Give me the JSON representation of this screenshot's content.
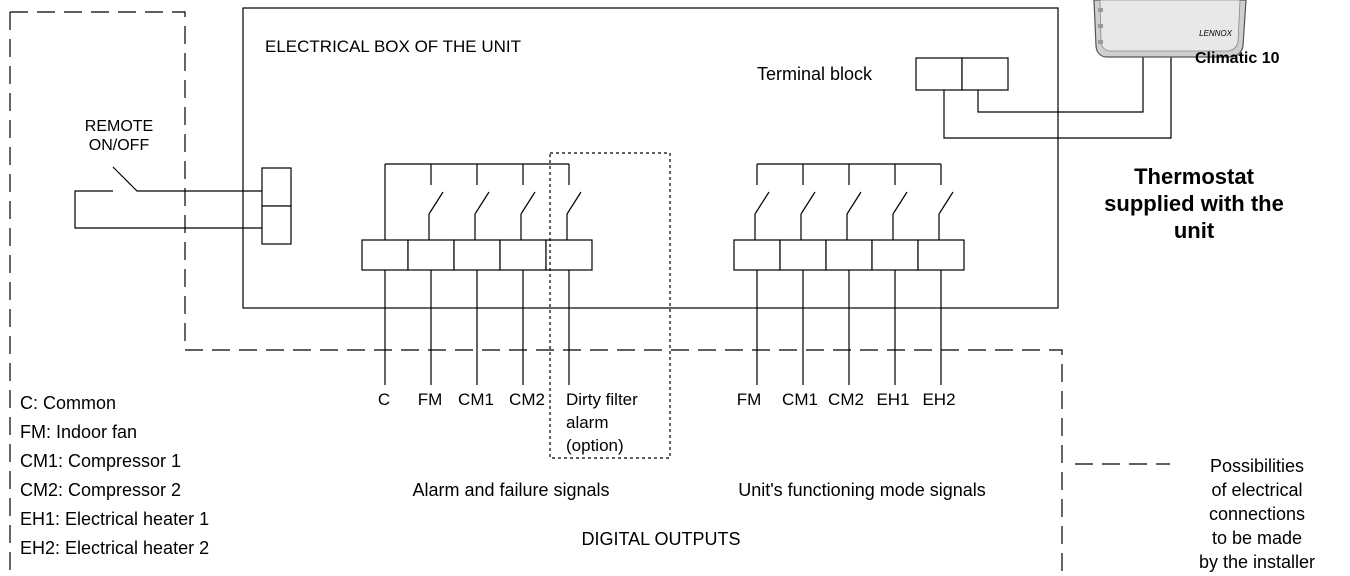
{
  "electrical_box": {
    "title": "ELECTRICAL BOX OF THE UNIT",
    "terminal_block_label": "Terminal block"
  },
  "thermostat": {
    "device_name": "Climatic 10",
    "brand": "LENNOX",
    "caption": [
      "Thermostat",
      "supplied with the",
      "unit"
    ]
  },
  "remote": {
    "label": [
      "REMOTE",
      "ON/OFF"
    ]
  },
  "outputs": {
    "alarm_terminals": [
      "C",
      "FM",
      "CM1",
      "CM2"
    ],
    "dirty_filter": [
      "Dirty filter",
      "alarm",
      "(option)"
    ],
    "mode_terminals": [
      "FM",
      "CM1",
      "CM2",
      "EH1",
      "EH2"
    ],
    "alarm_group_label": "Alarm and failure signals",
    "mode_group_label": "Unit's functioning mode signals",
    "section_label": "DIGITAL OUTPUTS"
  },
  "legend": {
    "items": [
      "C: Common",
      "FM: Indoor fan",
      "CM1: Compressor 1",
      "CM2: Compressor 2",
      "EH1: Electrical heater 1",
      "EH2: Electrical heater  2"
    ]
  },
  "dashed_legend": {
    "text": [
      "Possibilities",
      "of electrical",
      "connections",
      "to be made",
      "by the installer"
    ]
  }
}
